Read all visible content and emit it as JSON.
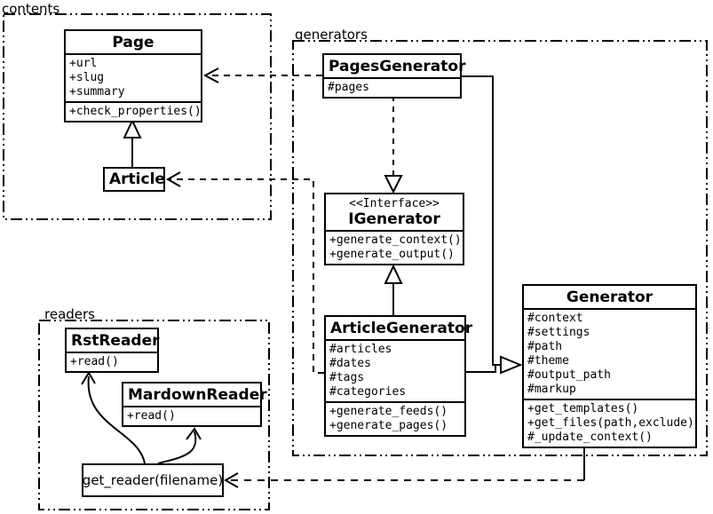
{
  "diagram": {
    "background": "#ffffff",
    "line_color": "#000000",
    "type": "uml-class-diagram"
  },
  "packages": {
    "contents": {
      "label": "contents"
    },
    "generators": {
      "label": "generators"
    },
    "readers": {
      "label": "readers"
    }
  },
  "classes": {
    "page": {
      "title": "Page",
      "attributes": [
        "+url",
        "+slug",
        "+summary"
      ],
      "methods": [
        "+check_properties()"
      ]
    },
    "article": {
      "title": "Article"
    },
    "pages_generator": {
      "title": "PagesGenerator",
      "attributes": [
        "#pages"
      ]
    },
    "igenerator": {
      "stereotype": "<<Interface>>",
      "title": "IGenerator",
      "methods": [
        "+generate_context()",
        "+generate_output()"
      ]
    },
    "article_generator": {
      "title": "ArticleGenerator",
      "attributes": [
        "#articles",
        "#dates",
        "#tags",
        "#categories"
      ],
      "methods": [
        "+generate_feeds()",
        "+generate_pages()"
      ]
    },
    "generator": {
      "title": "Generator",
      "attributes": [
        "#context",
        "#settings",
        "#path",
        "#theme",
        "#output_path",
        "#markup"
      ],
      "methods": [
        "+get_templates()",
        "+get_files(path,exclude)",
        "#_update_context()"
      ]
    },
    "rst_reader": {
      "title": "RstReader",
      "methods": [
        "+read()"
      ]
    },
    "mardown_reader": {
      "title": "MardownReader",
      "methods": [
        "+read()"
      ]
    },
    "get_reader": {
      "title": "get_reader(filename)"
    }
  },
  "relationships": [
    {
      "from": "Article",
      "to": "Page",
      "kind": "inheritance-solid-hollow-triangle"
    },
    {
      "from": "PagesGenerator",
      "to": "Page",
      "kind": "dependency-dashed-open-arrow"
    },
    {
      "from": "PagesGenerator",
      "to": "IGenerator",
      "kind": "realization-dashed-hollow-triangle"
    },
    {
      "from": "ArticleGenerator",
      "to": "IGenerator",
      "kind": "inheritance-solid-hollow-triangle"
    },
    {
      "from": "PagesGenerator",
      "to": "Generator",
      "kind": "inheritance-solid-hollow-triangle"
    },
    {
      "from": "ArticleGenerator",
      "to": "Generator",
      "kind": "inheritance-solid-hollow-triangle"
    },
    {
      "from": "ArticleGenerator",
      "to": "Article",
      "kind": "dependency-dashed-open-arrow"
    },
    {
      "from": "Generator",
      "to": "get_reader(filename)",
      "kind": "dependency-dashed-open-arrow"
    },
    {
      "from": "get_reader(filename)",
      "to": "RstReader",
      "kind": "curved-open-arrow"
    },
    {
      "from": "get_reader(filename)",
      "to": "MardownReader",
      "kind": "curved-open-arrow"
    }
  ]
}
